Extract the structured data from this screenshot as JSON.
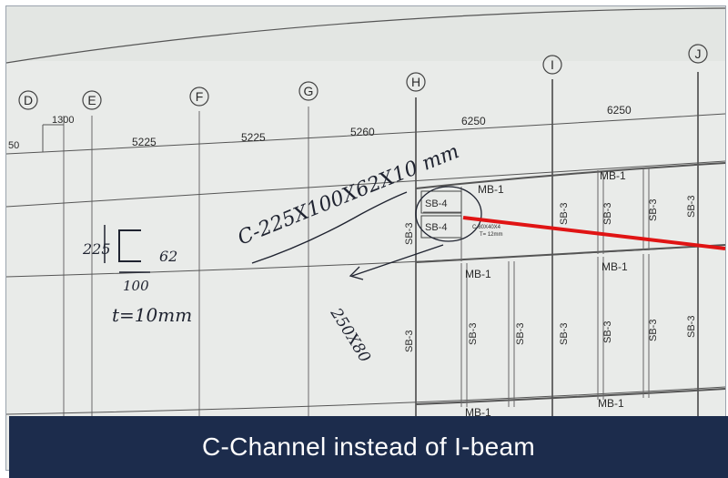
{
  "caption": {
    "text": "C-Channel instead of I-beam"
  },
  "colors": {
    "caption_bar": "#1c2c4c",
    "caption_text": "#ffffff",
    "pointer_line": "#e01414",
    "paper": "#e9ebe9"
  },
  "drawing": {
    "grid_labels": [
      "D",
      "E",
      "F",
      "G",
      "H",
      "I",
      "J"
    ],
    "dimensions": [
      "1300",
      "50",
      "5225",
      "5225",
      "5260",
      "6250",
      "6250"
    ],
    "beam_labels": {
      "mb": "MB-1",
      "sb3": "SB-3",
      "sb4": "SB-4",
      "tiny_note_1": "C-80X40X4",
      "tiny_note_2": "T= 12mm"
    },
    "handwriting": {
      "spec_main": "C-225X100X62X10 mm",
      "dim_225": "225",
      "dim_62": "62",
      "dim_100": "100",
      "thickness": "t=10mm",
      "size_250x80": "250X80"
    }
  }
}
